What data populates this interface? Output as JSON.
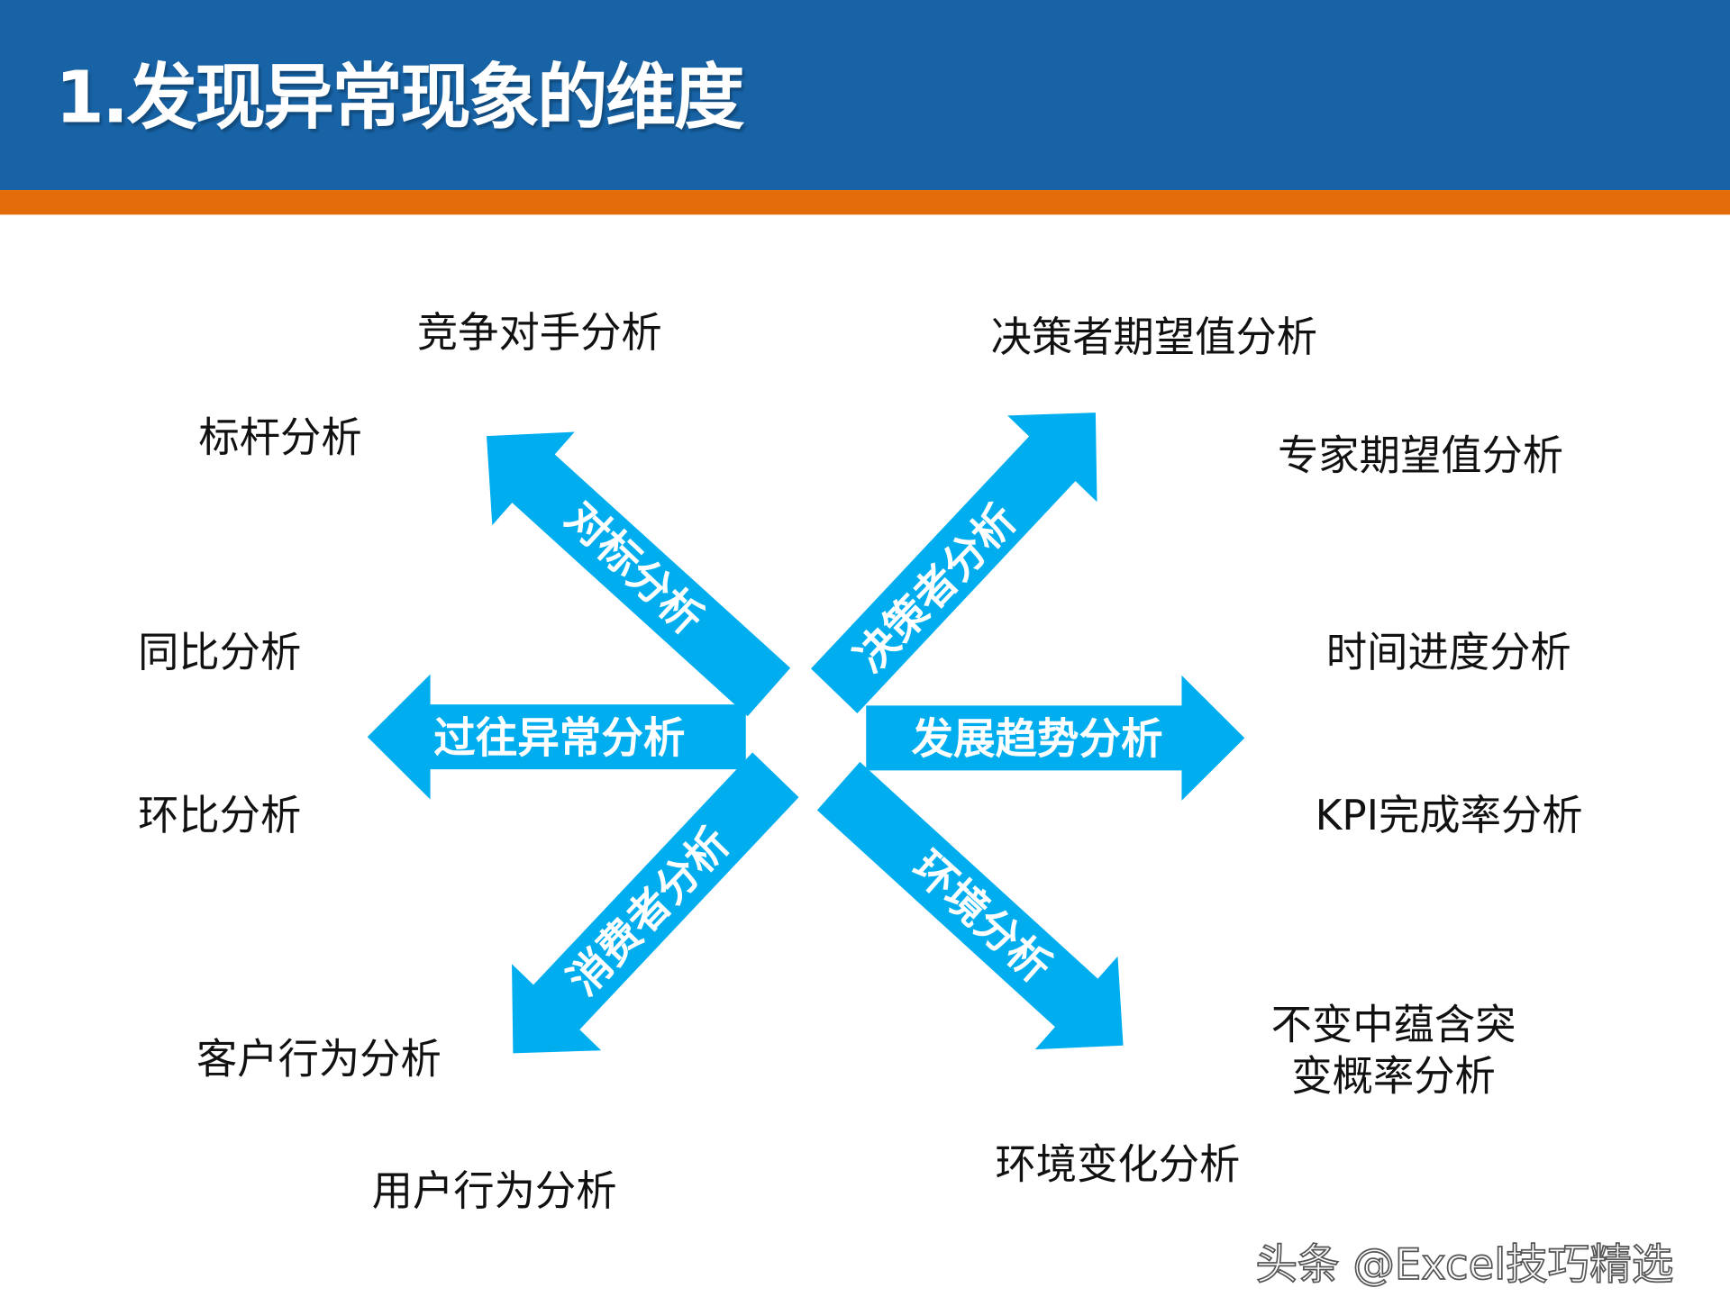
{
  "title": "1.发现异常现象的维度",
  "colors": {
    "header": "#1763a6",
    "stripe": "#e36c0a",
    "arrow": "#00aeef"
  },
  "arrows": {
    "past": "过往异常分析",
    "trend": "发展趋势分析",
    "benchmark": "对标分析",
    "decision_maker": "决策者分析",
    "consumer": "消费者分析",
    "environment": "环境分析"
  },
  "labels": {
    "competitor": "竞争对手分析",
    "decision_expectation": "决策者期望值分析",
    "benchmark": "标杆分析",
    "expert_expectation": "专家期望值分析",
    "yoy": "同比分析",
    "time_progress": "时间进度分析",
    "mom": "环比分析",
    "kpi": "KPI完成率分析",
    "customer_behavior": "客户行为分析",
    "mutation_line1": "不变中蕴含突",
    "mutation_line2": "变概率分析",
    "environment_change": "环境变化分析",
    "user_behavior": "用户行为分析"
  },
  "watermark": "头条 @Excel技巧精选"
}
